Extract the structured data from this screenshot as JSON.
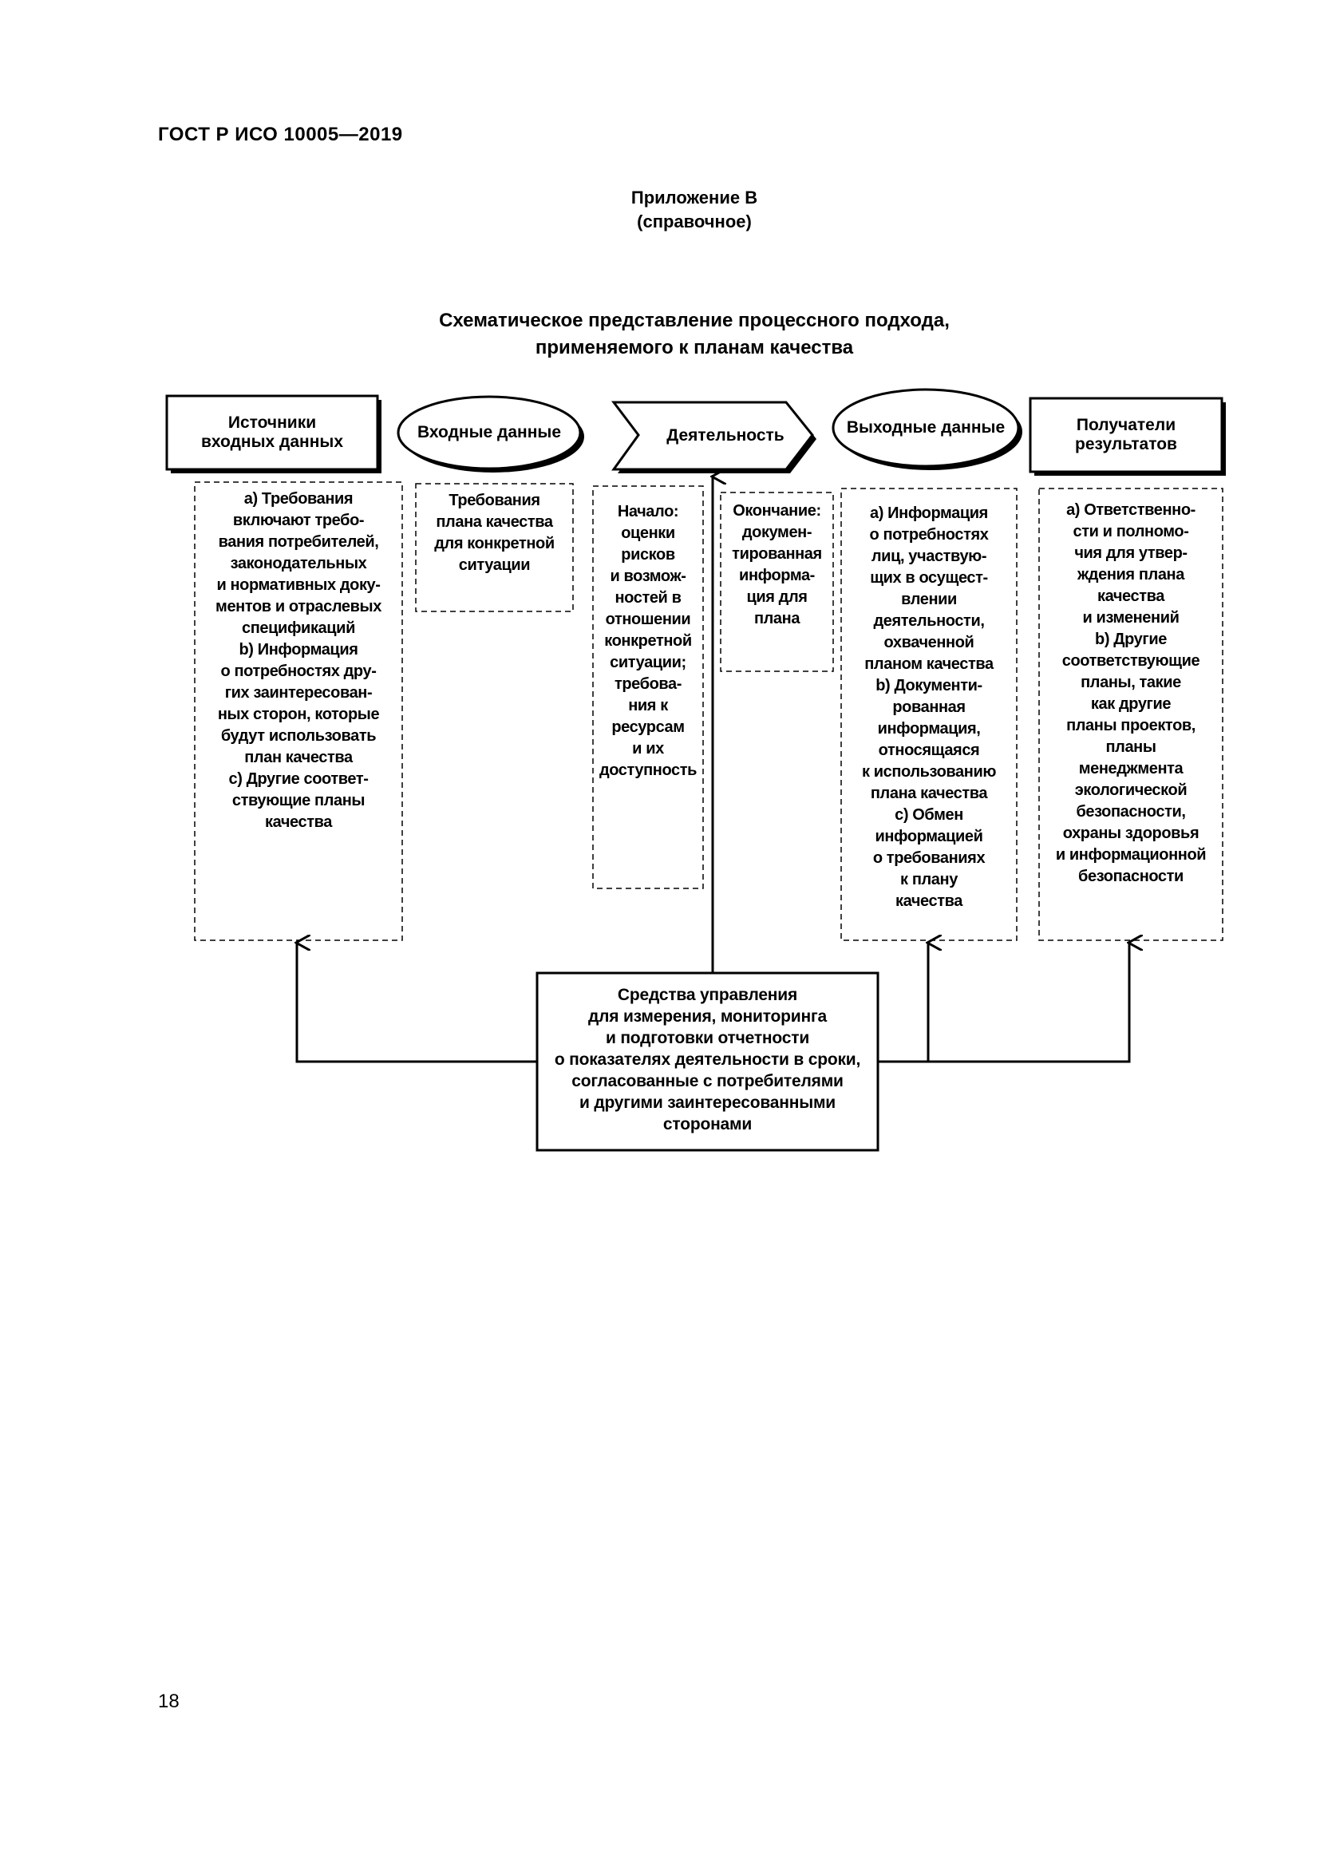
{
  "header": {
    "doc_code": "ГОСТ Р ИСО 10005—2019"
  },
  "appendix": {
    "title": "Приложение В",
    "kind": "(справочное)"
  },
  "figure": {
    "title_line1": "Схематическое представление процессного подхода,",
    "title_line2": "применяемого к планам качества"
  },
  "diagram": {
    "sources": {
      "label": [
        "Источники",
        "входных данных"
      ],
      "text": [
        "a) Требования",
        "включают требо-",
        "вания потребителей,",
        "законодательных",
        "и нормативных доку-",
        "ментов и отраслевых",
        "спецификаций",
        "b) Информация",
        "о потребностях дру-",
        "гих заинтересован-",
        "ных сторон, которые",
        "будут использовать",
        "план качества",
        "c) Другие соответ-",
        "ствующие планы",
        "качества"
      ]
    },
    "inputs": {
      "label": "Входные данные",
      "text": [
        "Требования",
        "плана качества",
        "для конкретной",
        "ситуации"
      ]
    },
    "activity": {
      "label": "Деятельность",
      "start_text": [
        "Начало:",
        "оценки",
        "рисков",
        "и возмож-",
        "ностей в",
        "отношении",
        "конкретной",
        "ситуации;",
        "требова-",
        "ния к",
        "ресурсам",
        "и их",
        "доступность"
      ],
      "end_text": [
        "Окончание:",
        "докумен-",
        "тированная",
        "информа-",
        "ция для",
        "плана"
      ]
    },
    "outputs": {
      "label": "Выходные данные",
      "text": [
        "a) Информация",
        "о потребностях",
        "лиц, участвую-",
        "щих в осущест-",
        "влении",
        "деятельности,",
        "охваченной",
        "планом качества",
        "b) Документи-",
        "рованная",
        "информация,",
        "относящаяся",
        "к использованию",
        "плана качества",
        "c) Обмен",
        "информацией",
        "о требованиях",
        "к плану",
        "качества"
      ]
    },
    "recipients": {
      "label": [
        "Получатели",
        "результатов"
      ],
      "text": [
        "a) Ответственно-",
        "сти и полномо-",
        "чия для утвер-",
        "ждения плана",
        "качества",
        "и изменений",
        "b) Другие",
        "соответствующие",
        "планы, такие",
        "как другие",
        "планы проектов,",
        "планы",
        "менеджмента",
        "экологической",
        "безопасности,",
        "охраны здоровья",
        "и информационной",
        "безопасности"
      ]
    },
    "controls": {
      "text": [
        "Средства управления",
        "для измерения, мониторинга",
        "и подготовки отчетности",
        "о показателях деятельности в сроки,",
        "согласованные с потребителями",
        "и другими заинтересованными",
        "сторонами"
      ]
    }
  },
  "footer": {
    "page_number": "18"
  }
}
